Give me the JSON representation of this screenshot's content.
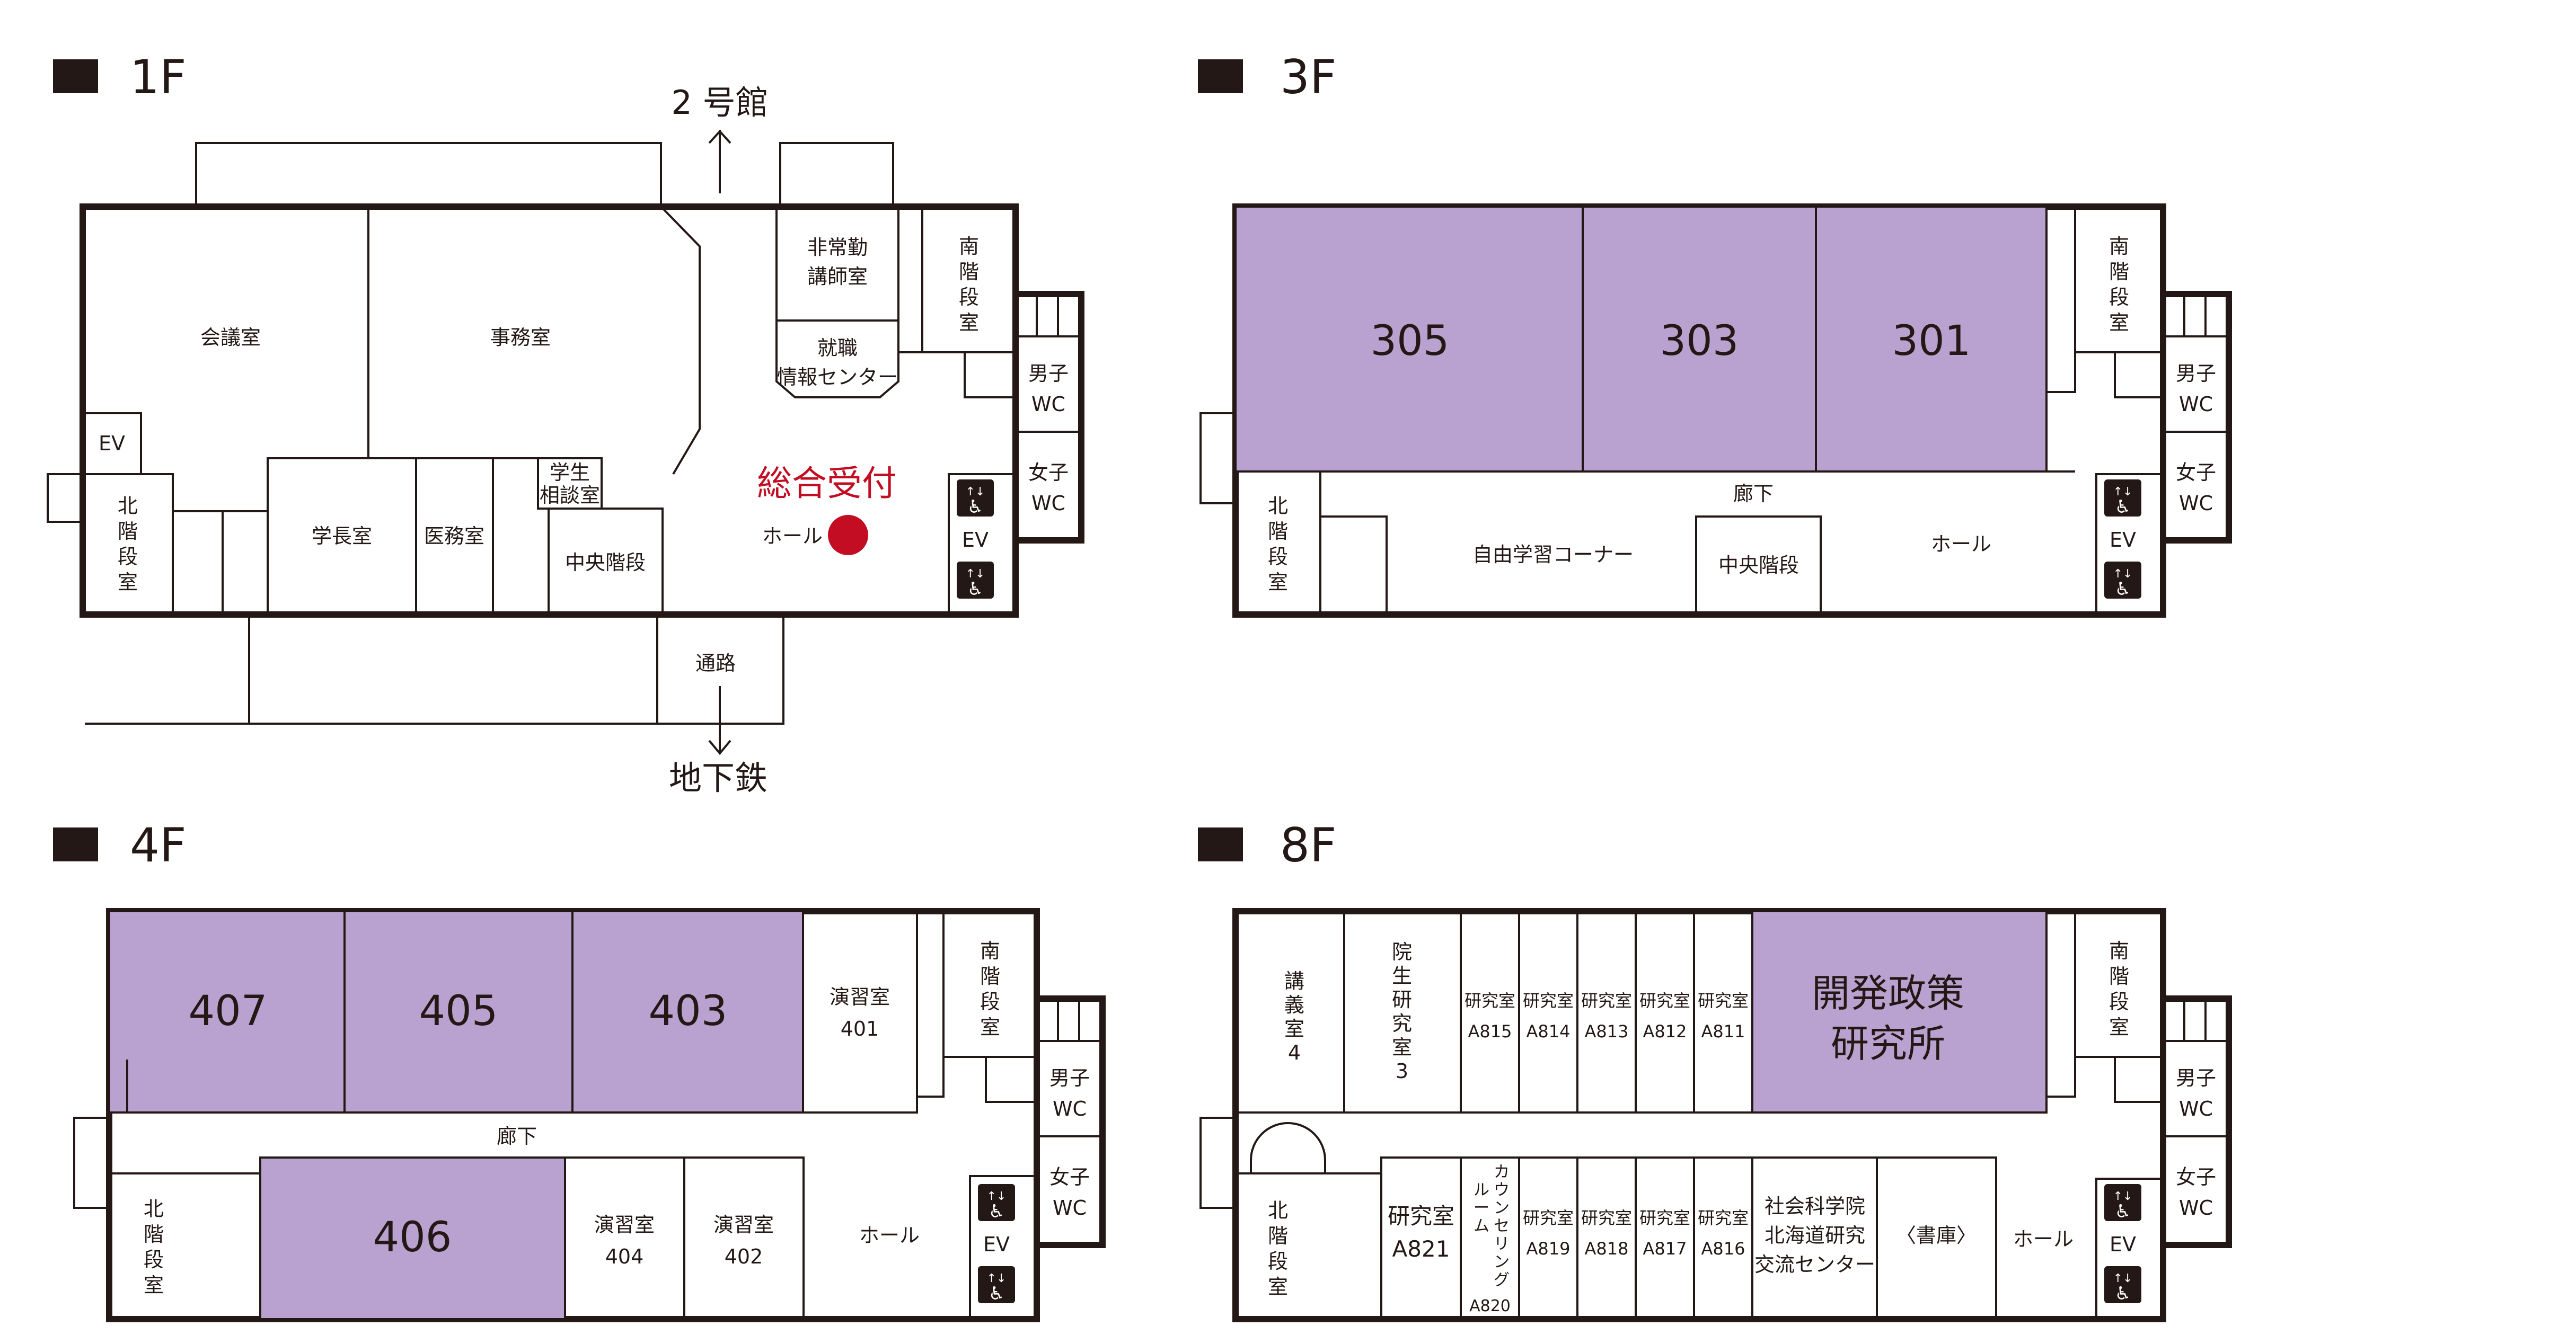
{
  "floors": {
    "f1": {
      "title": "1F",
      "annex": "2 号館",
      "kaigi": "会議室",
      "jimu": "事務室",
      "hijokin": [
        "非常勤",
        "講師室"
      ],
      "shushoku": [
        "就職",
        "情報センター"
      ],
      "minami": [
        "南",
        "階",
        "段",
        "室"
      ],
      "danshi": [
        "男子",
        "WC"
      ],
      "joshi": [
        "女子",
        "WC"
      ],
      "ev_left": "EV",
      "kita": [
        "北",
        "階",
        "段",
        "室"
      ],
      "gakucho": "学長室",
      "imu": "医務室",
      "sodan": [
        "学生",
        "相談室"
      ],
      "chuo": "中央階段",
      "reception": "総合受付",
      "hall": "ホール",
      "ev_right": "EV",
      "tsuro": "通路",
      "subway": "地下鉄"
    },
    "f3": {
      "title": "3F",
      "rooms": [
        "305",
        "303",
        "301"
      ],
      "minami": [
        "南",
        "階",
        "段",
        "室"
      ],
      "danshi": [
        "男子",
        "WC"
      ],
      "joshi": [
        "女子",
        "WC"
      ],
      "roka": "廊下",
      "kita": [
        "北",
        "階",
        "段",
        "室"
      ],
      "jiyu": "自由学習コーナー",
      "chuo": "中央階段",
      "hall": "ホール",
      "ev": "EV"
    },
    "f4": {
      "title": "4F",
      "rooms": [
        "407",
        "405",
        "403"
      ],
      "enshu401": [
        "演習室",
        "401"
      ],
      "minami": [
        "南",
        "階",
        "段",
        "室"
      ],
      "danshi": [
        "男子",
        "WC"
      ],
      "joshi": [
        "女子",
        "WC"
      ],
      "roka": "廊下",
      "kita": [
        "北",
        "階",
        "段",
        "室"
      ],
      "room406": "406",
      "enshu404": [
        "演習室",
        "404"
      ],
      "enshu402": [
        "演習室",
        "402"
      ],
      "hall": "ホール",
      "ev": "EV"
    },
    "f8": {
      "title": "8F",
      "kogi": [
        "講",
        "義",
        "室",
        "4"
      ],
      "insei": [
        "院",
        "生",
        "研",
        "究",
        "室",
        "3"
      ],
      "kenkyu_top": [
        [
          "研究室",
          "A815"
        ],
        [
          "研究室",
          "A814"
        ],
        [
          "研究室",
          "A813"
        ],
        [
          "研究室",
          "A812"
        ],
        [
          "研究室",
          "A811"
        ]
      ],
      "kaihatsu": [
        "開発政策",
        "研究所"
      ],
      "minami": [
        "南",
        "階",
        "段",
        "室"
      ],
      "danshi": [
        "男子",
        "WC"
      ],
      "joshi": [
        "女子",
        "WC"
      ],
      "kita": [
        "北",
        "階",
        "段",
        "室"
      ],
      "a821": [
        "研究室",
        "A821"
      ],
      "counseling": [
        "カ",
        "ウ",
        "ン",
        "セ",
        "リ",
        "ン",
        "グ"
      ],
      "room_word": [
        "ル",
        "ー",
        "ム"
      ],
      "a820": "A820",
      "kenkyu_bottom": [
        [
          "研究室",
          "A819"
        ],
        [
          "研究室",
          "A818"
        ],
        [
          "研究室",
          "A817"
        ],
        [
          "研究室",
          "A816"
        ]
      ],
      "shakai": [
        "社会科学院",
        "北海道研究",
        "交流センター"
      ],
      "shoko": "〈書庫〉",
      "hall": "ホール",
      "ev": "EV"
    }
  }
}
